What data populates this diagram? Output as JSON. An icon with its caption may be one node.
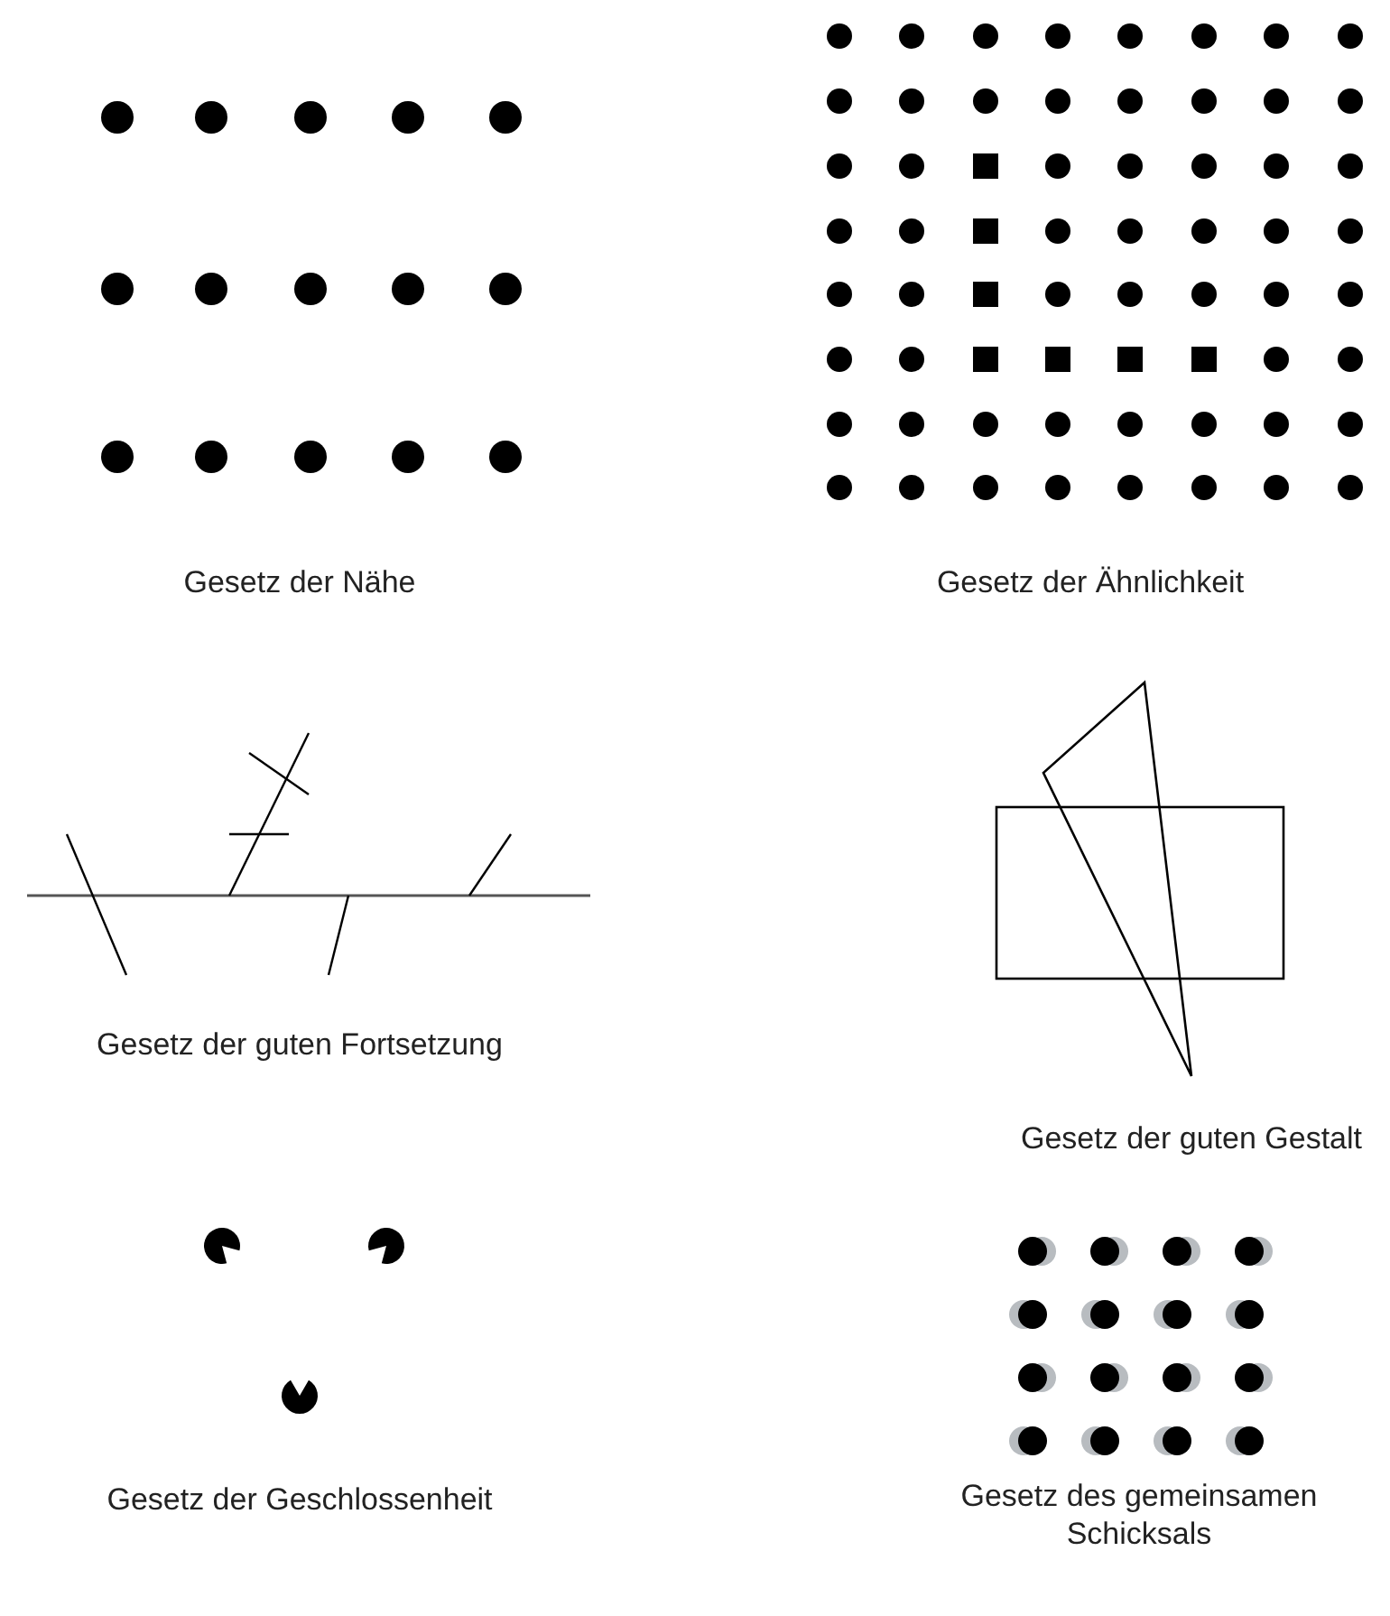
{
  "diagram": {
    "labels": [
      "Gesetz der Nähe",
      "Gesetz der Ähnlichkeit",
      "Gesetz der guten Fortsetzung",
      "Gesetz der guten Gestalt",
      "Gesetz der Geschlossenheit",
      "Gesetz des gemeinsamen Schicksals"
    ]
  }
}
